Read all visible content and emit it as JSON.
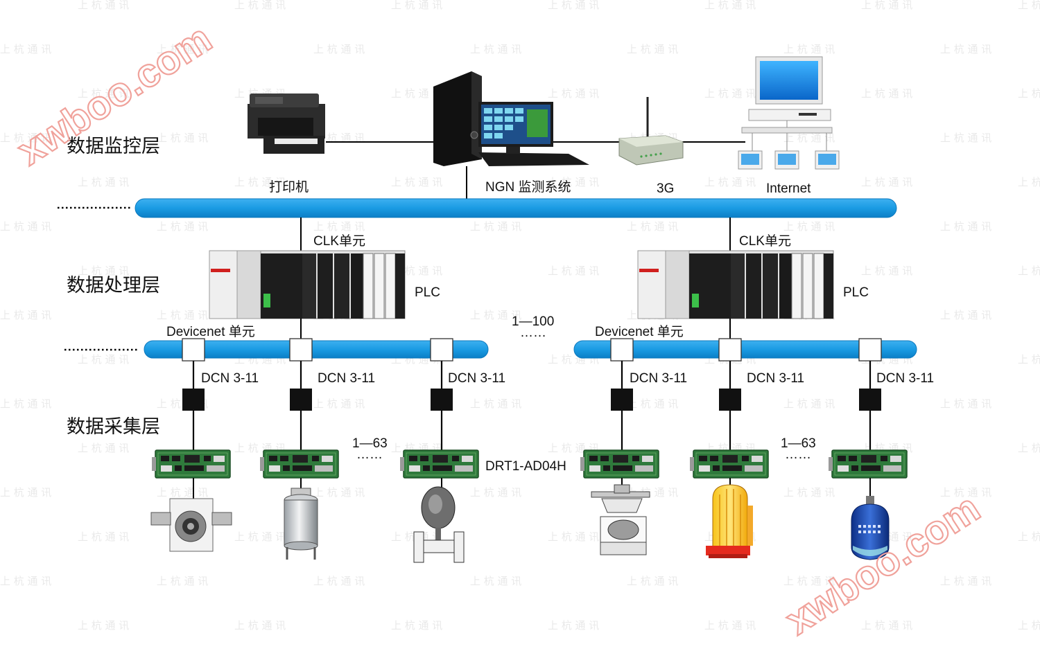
{
  "layers": {
    "monitor": "数据监控层",
    "process": "数据处理层",
    "collect": "数据采集层"
  },
  "top": {
    "printer": "打印机",
    "ngn": "NGN 监测系统",
    "g3": "3G",
    "internet": "Internet"
  },
  "left_group": {
    "clk": "CLK单元",
    "plc": "PLC",
    "devicenet": "Devicenet 单元",
    "dcn": [
      "DCN 3-11",
      "DCN 3-11",
      "DCN 3-11"
    ],
    "range": "1—63",
    "dots": "……",
    "drt": "DRT1-AD04H"
  },
  "middle": {
    "range": "1—100",
    "dots": "……"
  },
  "right_group": {
    "clk": "CLK单元",
    "plc": "PLC",
    "devicenet": "Devicenet 单元",
    "dcn": [
      "DCN 3-11",
      "DCN 3-11",
      "DCN 3-11"
    ],
    "range": "1—63",
    "dots": "……"
  },
  "watermarks": {
    "top_left": "xwboo.com",
    "bottom_right": "xwboo.com",
    "bg_text": "上 杭 通 讯"
  },
  "colors": {
    "bus": "#1a9be3",
    "bus_edge": "#0d7fc4",
    "line": "#000000",
    "watermark_stroke": "#f2a7a2",
    "background_watermark": "#e9e9e9"
  }
}
